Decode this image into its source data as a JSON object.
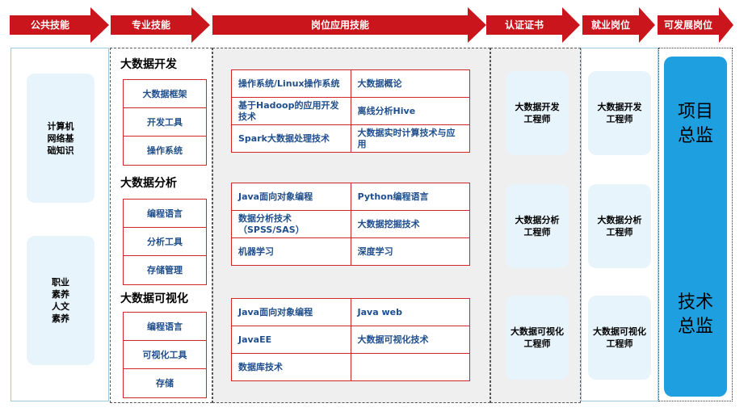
{
  "header": {
    "arrow_color": "#c9151b",
    "items": [
      "公共技能",
      "专业技能",
      "岗位应用技能",
      "认证证书",
      "就业岗位",
      "可发展岗位"
    ]
  },
  "public_skills": {
    "boxes": [
      "计算机\n网络基\n础知识",
      "职业\n素养\n人文\n素养"
    ]
  },
  "professional_skills": {
    "groups": [
      {
        "title": "大数据开发",
        "items": [
          "大数据框架",
          "开发工具",
          "操作系统"
        ]
      },
      {
        "title": "大数据分析",
        "items": [
          "编程语言",
          "分析工具",
          "存储管理"
        ]
      },
      {
        "title": "大数据可视化",
        "items": [
          "编程语言",
          "可视化工具",
          "存储"
        ]
      }
    ]
  },
  "application_skills": {
    "tables": [
      [
        [
          "操作系统/Linux操作系统",
          "大数据概论"
        ],
        [
          "基于Hadoop的应用开发技术",
          "离线分析Hive"
        ],
        [
          "Spark大数据处理技术",
          "大数据实时计算技术与应用"
        ]
      ],
      [
        [
          "Java面向对象编程",
          "Python编程语言"
        ],
        [
          "数据分析技术\n（SPSS/SAS）",
          "大数据挖掘技术"
        ],
        [
          "机器学习",
          "深度学习"
        ]
      ],
      [
        [
          "Java面向对象编程",
          "Java web"
        ],
        [
          "JavaEE",
          "大数据可视化技术"
        ],
        [
          "数据库技术",
          ""
        ]
      ]
    ]
  },
  "certificates": {
    "items": [
      "大数据开发\n工程师",
      "大数据分析\n工程师",
      "大数据可视化\n工程师"
    ]
  },
  "jobs": {
    "items": [
      "大数据开发\n工程师",
      "大数据分析\n工程师",
      "大数据可视化\n工程师"
    ]
  },
  "future_positions": {
    "color": "#1e9fe0",
    "items": [
      "项目\n总监",
      "技术\n总监"
    ]
  }
}
